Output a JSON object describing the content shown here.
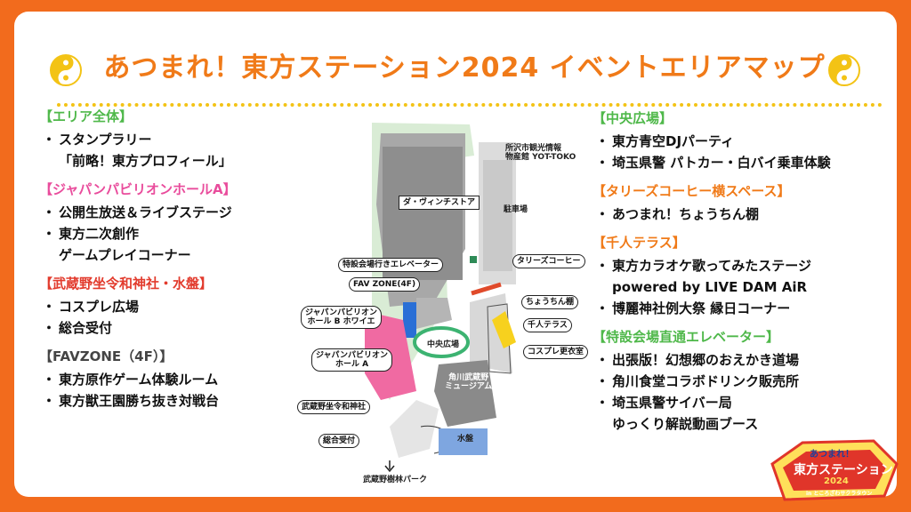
{
  "title": "あつまれ！東方ステーション2024 イベントエリアマップ",
  "colors": {
    "accent": "#f07a18",
    "frame": "#f26b1d",
    "dots": "#f3c315"
  },
  "left_sections": [
    {
      "title": "【エリア全体】",
      "color": "green",
      "items": [
        {
          "text": "スタンプラリー",
          "cont": "「前略！東方プロフィール」"
        }
      ]
    },
    {
      "title": "【ジャパンパビリオンホールA】",
      "color": "pink",
      "items": [
        {
          "text": "公開生放送＆ライブステージ"
        },
        {
          "text": "東方二次創作",
          "cont": "ゲームプレイコーナー"
        }
      ]
    },
    {
      "title": "【武蔵野坐令和神社・水盤】",
      "color": "red",
      "items": [
        {
          "text": "コスプレ広場"
        },
        {
          "text": "総合受付"
        }
      ]
    },
    {
      "title": "【FAVZONE（4F）】",
      "color": "gray",
      "items": [
        {
          "text": "東方原作ゲーム体験ルーム"
        },
        {
          "text": "東方獣王園勝ち抜き対戦台"
        }
      ]
    }
  ],
  "right_sections": [
    {
      "title": "【中央広場】",
      "color": "green",
      "items": [
        {
          "text": "東方青空DJパーティ"
        },
        {
          "text": "埼玉県警 パトカー・白バイ乗車体験"
        }
      ]
    },
    {
      "title": "【タリーズコーヒー横スペース】",
      "color": "orange",
      "items": [
        {
          "text": "あつまれ！ちょうちん棚"
        }
      ]
    },
    {
      "title": "【千人テラス】",
      "color": "orange",
      "items": [
        {
          "text": "東方カラオケ歌ってみたステージ",
          "cont": "powered by LIVE DAM AiR"
        },
        {
          "text": "博麗神社例大祭 縁日コーナー"
        }
      ]
    },
    {
      "title": "【特設会場直通エレベーター】",
      "color": "green",
      "items": [
        {
          "text": "出張版！幻想郷のおえかき道場"
        },
        {
          "text": "角川食堂コラボドリンク販売所"
        },
        {
          "text": "埼玉県警サイバー局",
          "cont": "ゆっくり解説動画ブース"
        }
      ]
    }
  ],
  "map": {
    "tourism": "所沢市観光情報\n物産館 YOT-TOKO",
    "davinci": "ダ・ヴィンチストア",
    "parking": "駐車場",
    "tullys": "タリーズコーヒー",
    "elevator": "特設会場行きエレベーター",
    "favzone": "FAV ZONE(4F)",
    "hall_b": "ジャパンパビリオン\nホール B ホワイエ",
    "lantern": "ちょうちん棚",
    "terrace": "千人テラス",
    "central": "中央広場",
    "hall_a": "ジャパンパビリオン\nホール A",
    "cosplay_room": "コスプレ更衣室",
    "museum": "角川武蔵野\nミュージアム",
    "shrine": "武蔵野坐令和神社",
    "reception": "総合受付",
    "water": "水盤",
    "park": "武蔵野樹林パーク"
  },
  "logo": {
    "line1": "あつまれ！",
    "line2": "東方ステーション",
    "line3": "2024",
    "sub": "in ところざわサクラタウン"
  }
}
